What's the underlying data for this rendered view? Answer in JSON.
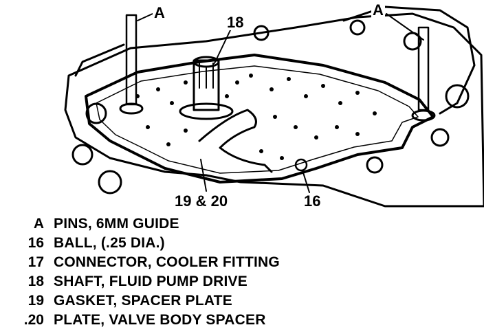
{
  "callouts": {
    "pin_left": "A",
    "pin_right": "A",
    "shaft": "18",
    "gasket_plate": "19 & 20",
    "ball": "16"
  },
  "legend": [
    {
      "key": "A",
      "text": "PINS, 6MM GUIDE"
    },
    {
      "key": "16",
      "text": "BALL, (.25 DIA.)"
    },
    {
      "key": "17",
      "text": "CONNECTOR, COOLER FITTING"
    },
    {
      "key": "18",
      "text": "SHAFT, FLUID PUMP DRIVE"
    },
    {
      "key": "19",
      "text": "GASKET, SPACER PLATE"
    },
    {
      "key": ".20",
      "text": "PLATE, VALVE BODY SPACER"
    }
  ]
}
